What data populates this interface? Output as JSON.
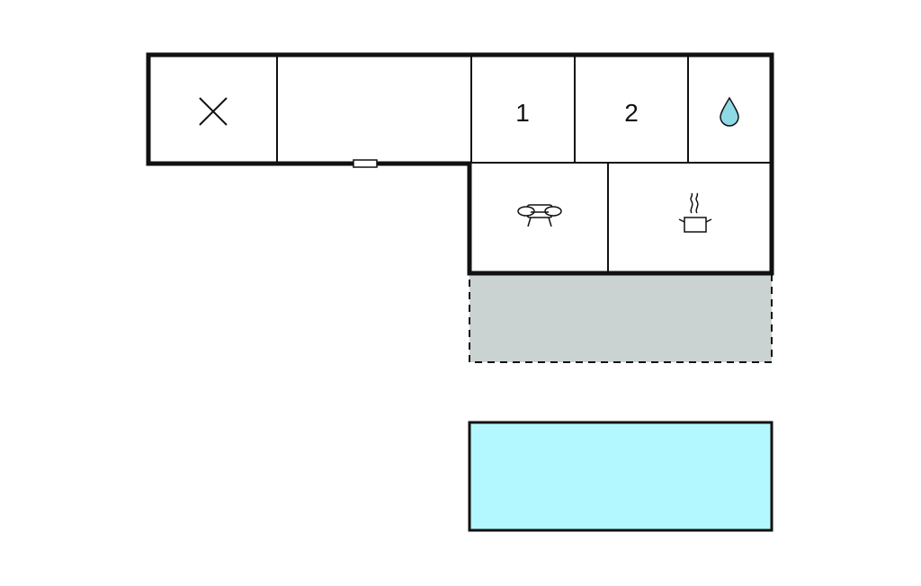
{
  "floorplan": {
    "rooms": [
      {
        "id": "utility",
        "icon": "x-icon"
      },
      {
        "id": "hallway",
        "icon": "door-icon"
      },
      {
        "id": "bedroom-1",
        "label": "1"
      },
      {
        "id": "bedroom-2",
        "label": "2"
      },
      {
        "id": "bathroom",
        "icon": "water-drop-icon"
      },
      {
        "id": "living-room",
        "icon": "sofa-icon"
      },
      {
        "id": "kitchen",
        "icon": "cooking-pot-icon"
      }
    ],
    "terrace": {
      "style": "dashed"
    },
    "pool": {}
  },
  "colors": {
    "wall": "#111111",
    "terrace_fill": "#cbd2d2",
    "pool_fill": "#b3f8fe",
    "water_drop": "#8fd8e6"
  }
}
